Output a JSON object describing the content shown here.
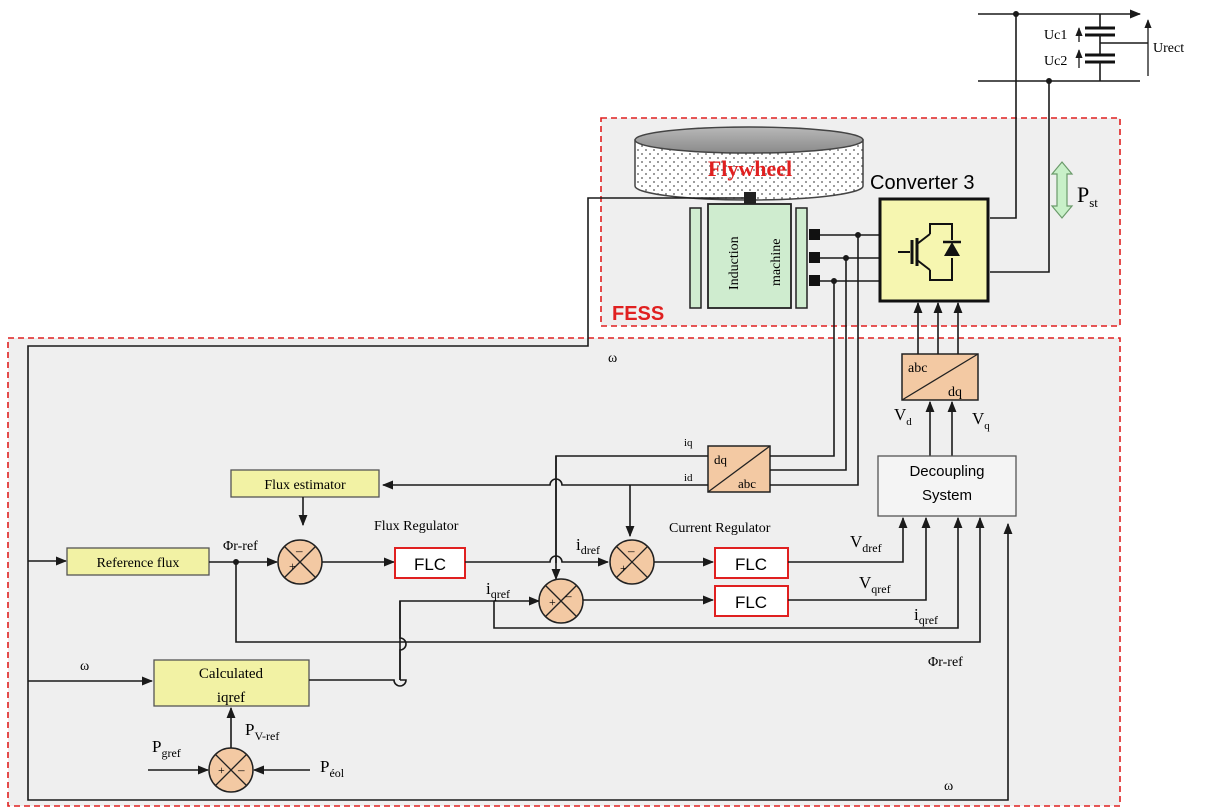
{
  "dc_link": {
    "uc1": "Uc1",
    "uc2": "Uc2",
    "urect": "Urect"
  },
  "fess": {
    "region_label": "FESS",
    "flywheel_label": "Flywheel",
    "machine_label_1": "Induction",
    "machine_label_2": "machine",
    "converter_label": "Converter 3",
    "power_label": "P",
    "power_sub": "st"
  },
  "control": {
    "abc_dq": {
      "in": "abc",
      "out": "dq"
    },
    "vd": "V",
    "vd_sub": "d",
    "vq": "V",
    "vq_sub": "q",
    "decoupling_1": "Decoupling",
    "decoupling_2": "System",
    "dq_abc": {
      "in": "dq",
      "out": "abc"
    },
    "iq_label": "iq",
    "id_label": "id",
    "flux_estimator": "Flux estimator",
    "flux_regulator": "Flux Regulator",
    "current_regulator": "Current Regulator",
    "reference_flux": "Reference flux",
    "phi_ref_label": "Φr-ref",
    "phi_ref_label_2": "Φr-ref",
    "flc_1": "FLC",
    "flc_2": "FLC",
    "flc_3": "FLC",
    "idref": "i",
    "idref_sub": "dref",
    "iqref": "i",
    "iqref_sub": "qref",
    "iqref_2": "i",
    "iqref_2_sub": "qref",
    "vdref": "V",
    "vdref_sub": "dref",
    "vqref": "V",
    "vqref_sub": "qref",
    "calc_1": "Calculated",
    "calc_2": "iqref",
    "omega_top": "ω",
    "omega_left": "ω",
    "omega_bottom": "ω",
    "pgref": "P",
    "pgref_sub": "gref",
    "pvref": "P",
    "pvref_sub": "V-ref",
    "peol": "P",
    "peol_sub": "éol"
  },
  "colors": {
    "block_yellow": "#f2f2a4",
    "machine_green": "#cfeccf",
    "sum_orange": "#f3c9a3",
    "converter_yellow": "#f6f6b0",
    "region_fill": "#efefef",
    "dashed_red": "#e02020",
    "flc_border": "#e02020",
    "arrow_green": "#c8f0c8"
  }
}
